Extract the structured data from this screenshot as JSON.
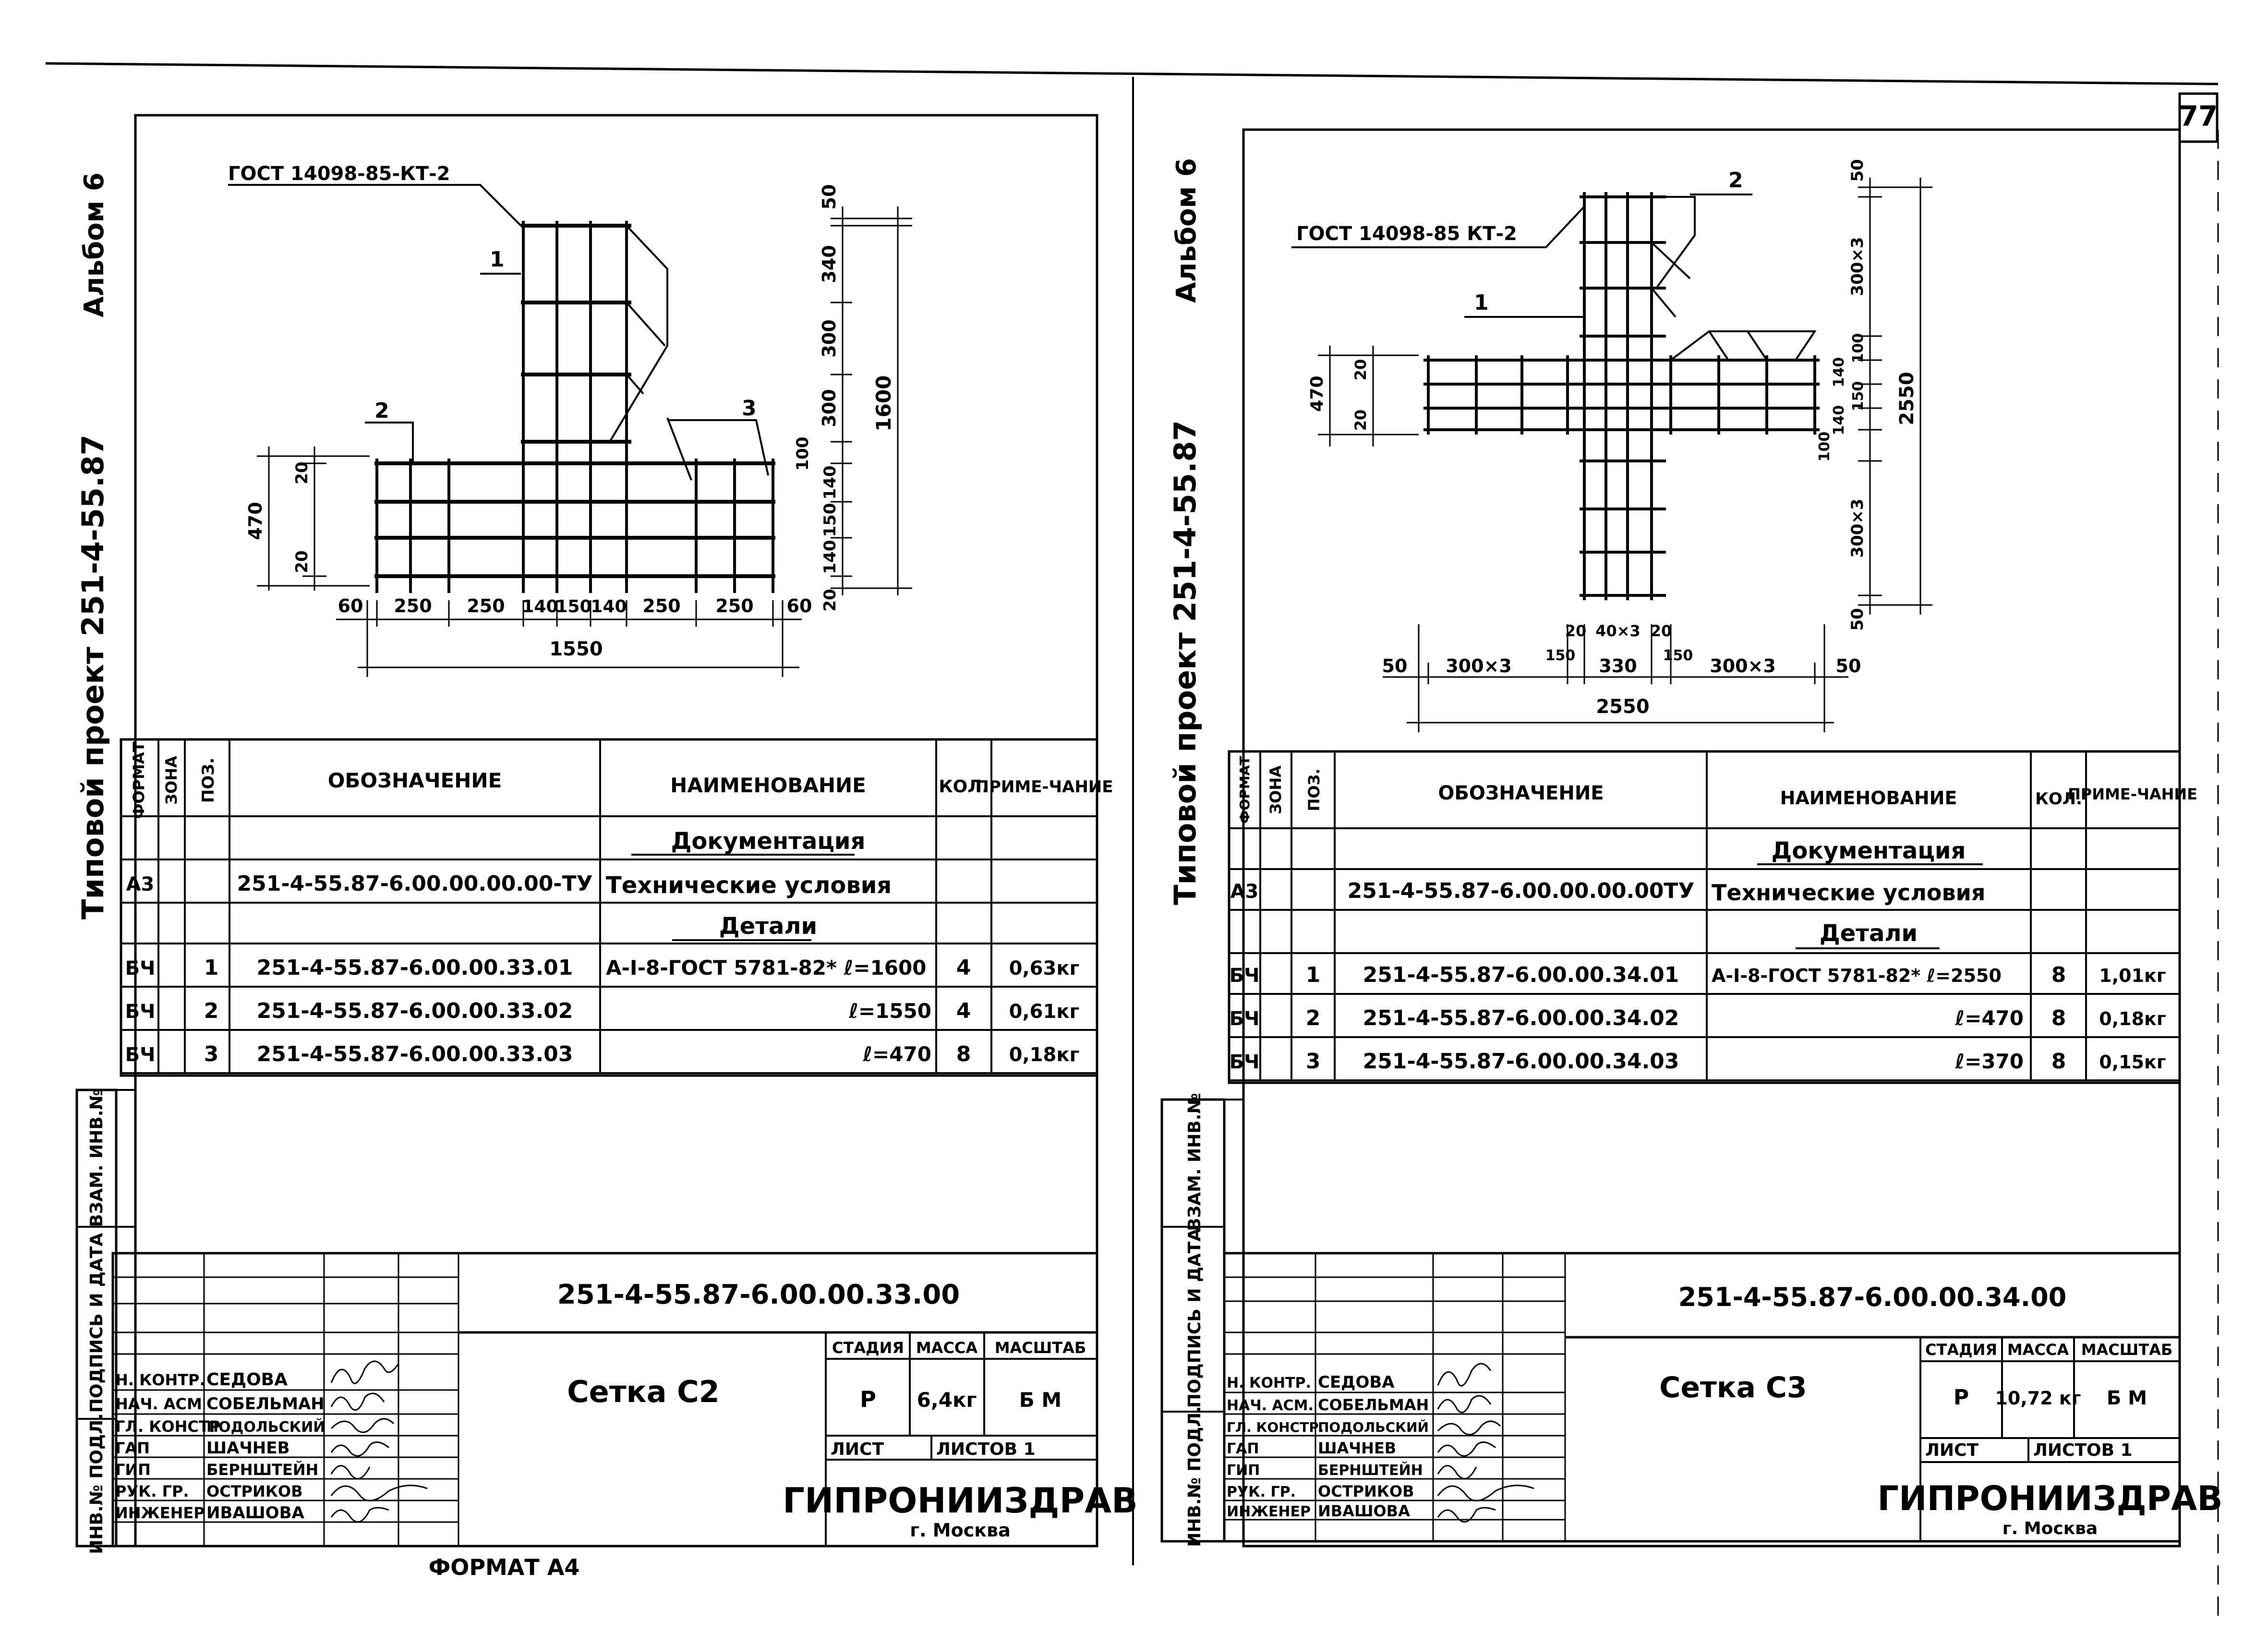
{
  "page_number": "77",
  "format_label": "ФОРМАТ А4",
  "sheets": [
    {
      "album": "Альбом 6",
      "project": "Типовой проект 251-4-55.87",
      "gost_label": "ГОСТ 14098-85-КТ-2",
      "pos_marks": [
        "1",
        "2",
        "3"
      ],
      "dims": {
        "d50": "50",
        "d340": "340",
        "d300a": "300",
        "d300b": "300",
        "d1600": "1600",
        "d100": "100",
        "d140a": "140",
        "d150": "150",
        "d140b": "140",
        "d20": "20",
        "d470": "470",
        "d20a": "20",
        "d20b": "20",
        "d60a": "60",
        "d250a": "250",
        "d250b": "250",
        "d140c": "140",
        "d150b": "150",
        "d140d": "140",
        "d250c": "250",
        "d250d": "250",
        "d60b": "60",
        "d1550": "1550"
      },
      "stamp_col_labels": [
        "ИНВ.№ ПОДЛ.",
        "ПОДПИСЬ И ДАТА",
        "ВЗАМ. ИНВ.№"
      ],
      "spec": {
        "headers": {
          "format": "ФОРМАТ",
          "zone": "ЗОНА",
          "pos": "ПОЗ.",
          "designation": "ОБОЗНАЧЕНИЕ",
          "name": "НАИМЕНОВАНИЕ",
          "qty": "КОЛ.",
          "note": "ПРИМЕ-ЧАНИЕ"
        },
        "rows": [
          {
            "format": "",
            "pos": "",
            "designation": "",
            "name": "Документация",
            "qty": "",
            "note": "",
            "section": true
          },
          {
            "format": "А3",
            "pos": "",
            "designation": "251-4-55.87-6.00.00.00.00-ТУ",
            "name": "Технические условия",
            "qty": "",
            "note": "",
            "section": false
          },
          {
            "format": "",
            "pos": "",
            "designation": "",
            "name": "Детали",
            "qty": "",
            "note": "",
            "section": true
          },
          {
            "format": "БЧ",
            "pos": "1",
            "designation": "251-4-55.87-6.00.00.33.01",
            "name": "А-I-8-ГОСТ 5781-82* ℓ=1600",
            "qty": "4",
            "note": "0,63кг",
            "section": false
          },
          {
            "format": "БЧ",
            "pos": "2",
            "designation": "251-4-55.87-6.00.00.33.02",
            "name": "ℓ=1550",
            "qty": "4",
            "note": "0,61кг",
            "section": false
          },
          {
            "format": "БЧ",
            "pos": "3",
            "designation": "251-4-55.87-6.00.00.33.03",
            "name": "ℓ=470",
            "qty": "8",
            "note": "0,18кг",
            "section": false
          }
        ]
      },
      "title_block": {
        "doc_code": "251-4-55.87-6.00.00.33.00",
        "title": "Сетка С2",
        "stage_label": "СТАДИЯ",
        "mass_label": "МАССА",
        "scale_label": "МАСШТАБ",
        "stage": "Р",
        "mass": "6,4кг",
        "scale": "Б М",
        "sheet_label": "ЛИСТ",
        "sheets_label": "ЛИСТОВ 1",
        "org": "ГИПРОНИИЗДРАВ",
        "city": "г. Москва",
        "roles": [
          "Н. КОНТР.",
          "НАЧ. АСМ",
          "ГЛ. КОНСТР",
          "ГАП",
          "ГИП",
          "РУК. ГР.",
          "ИНЖЕНЕР"
        ],
        "names": [
          "СЕДОВА",
          "СОБЕЛЬМАН",
          "ПОДОЛЬСКИЙ",
          "ШАЧНЕВ",
          "БЕРНШТЕЙН",
          "ОСТРИКОВ",
          "ИВАШОВА"
        ]
      }
    },
    {
      "album": "Альбом 6",
      "project": "Типовой проект 251-4-55.87",
      "gost_label": "ГОСТ 14098-85 КТ-2",
      "pos_marks": [
        "1",
        "2"
      ],
      "dims": {
        "d50a": "50",
        "d300x3a": "300×3",
        "d100a": "100",
        "d140a": "140",
        "d150a": "150",
        "d140b": "140",
        "d100b": "100",
        "d2550v": "2550",
        "d300x3b": "300×3",
        "d50b": "50",
        "d470": "470",
        "d20a": "20",
        "d20b": "20",
        "d20c": "20",
        "d40x3": "40×3",
        "d20d": "20",
        "d150b": "150",
        "d150c": "150",
        "d50c": "50",
        "d300x3c": "300×3",
        "d330": "330",
        "d300x3d": "300×3",
        "d50d": "50",
        "d2550h": "2550"
      },
      "stamp_col_labels": [
        "ИНВ.№ ПОДЛ.",
        "ПОДПИСЬ И ДАТА",
        "ВЗАМ. ИНВ.№"
      ],
      "spec": {
        "headers": {
          "format": "ФОРМАТ",
          "zone": "ЗОНА",
          "pos": "ПОЗ.",
          "designation": "ОБОЗНАЧЕНИЕ",
          "name": "НАИМЕНОВАНИЕ",
          "qty": "КОЛ.",
          "note": "ПРИМЕ-ЧАНИЕ"
        },
        "rows": [
          {
            "format": "",
            "pos": "",
            "designation": "",
            "name": "Документация",
            "qty": "",
            "note": "",
            "section": true
          },
          {
            "format": "А3",
            "pos": "",
            "designation": "251-4-55.87-6.00.00.00.00ТУ",
            "name": "Технические условия",
            "qty": "",
            "note": "",
            "section": false
          },
          {
            "format": "",
            "pos": "",
            "designation": "",
            "name": "Детали",
            "qty": "",
            "note": "",
            "section": true
          },
          {
            "format": "БЧ",
            "pos": "1",
            "designation": "251-4-55.87-6.00.00.34.01",
            "name": "А-I-8-ГОСТ 5781-82* ℓ=2550",
            "qty": "8",
            "note": "1,01кг",
            "section": false
          },
          {
            "format": "БЧ",
            "pos": "2",
            "designation": "251-4-55.87-6.00.00.34.02",
            "name": "ℓ=470",
            "qty": "8",
            "note": "0,18кг",
            "section": false
          },
          {
            "format": "БЧ",
            "pos": "3",
            "designation": "251-4-55.87-6.00.00.34.03",
            "name": "ℓ=370",
            "qty": "8",
            "note": "0,15кг",
            "section": false
          }
        ]
      },
      "title_block": {
        "doc_code": "251-4-55.87-6.00.00.34.00",
        "title": "Сетка С3",
        "stage_label": "СТАДИЯ",
        "mass_label": "МАССА",
        "scale_label": "МАСШТАБ",
        "stage": "Р",
        "mass": "10,72 кг",
        "scale": "Б М",
        "sheet_label": "ЛИСТ",
        "sheets_label": "ЛИСТОВ 1",
        "org": "ГИПРОНИИЗДРАВ",
        "city": "г. Москва",
        "roles": [
          "Н. КОНТР.",
          "НАЧ. АСМ.",
          "ГЛ. КОНСТР.",
          "ГАП",
          "ГИП",
          "РУК. ГР.",
          "ИНЖЕНЕР"
        ],
        "names": [
          "СЕДОВА",
          "СОБЕЛЬМАН",
          "ПОДОЛЬСКИЙ",
          "ШАЧНЕВ",
          "БЕРНШТЕЙН",
          "ОСТРИКОВ",
          "ИВАШОВА"
        ]
      }
    }
  ]
}
